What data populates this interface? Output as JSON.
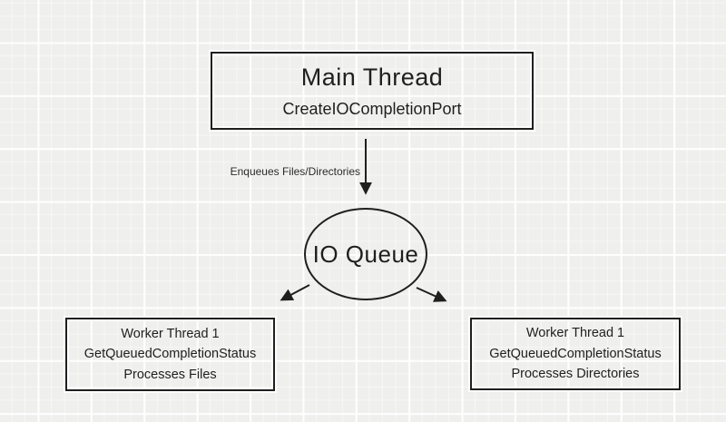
{
  "canvas": {
    "background_color": "#efefee",
    "grid_major_color": "#fdfdfd",
    "grid_minor_color": "#f7f7f6",
    "stroke_color": "#1f1f1f"
  },
  "nodes": {
    "main": {
      "title": "Main Thread",
      "subtitle": "CreateIOCompletionPort"
    },
    "io_queue": {
      "label": "IO Queue"
    },
    "worker_files": {
      "lines": [
        "Worker Thread 1",
        "GetQueuedCompletionStatus",
        "Processes Files"
      ]
    },
    "worker_directories": {
      "lines": [
        "Worker Thread 1",
        "GetQueuedCompletionStatus",
        "Processes Directories"
      ]
    }
  },
  "edges": {
    "enqueue": {
      "label": "Enqueues Files/Directories"
    }
  }
}
